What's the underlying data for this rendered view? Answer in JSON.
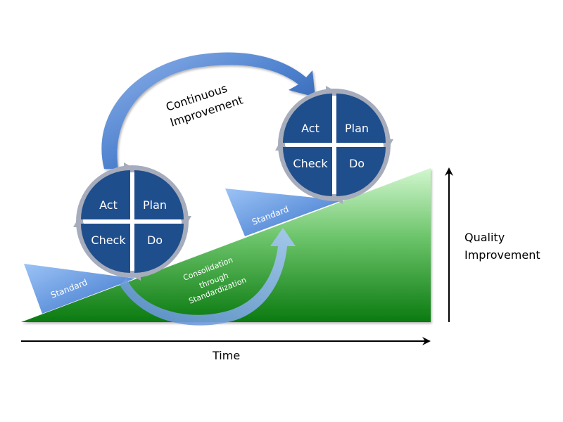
{
  "diagram": {
    "title": "PDCA Continuous Improvement with Standardization",
    "colors": {
      "quadrant": "#1f4e8c",
      "ring": "#a6acbb",
      "ramp_top": "#c9f5c6",
      "ramp_bottom": "#0e7f12",
      "standard_light": "#8fb8f0",
      "standard_dark": "#3f7ad0",
      "arrow_light": "#a8c6f4",
      "arrow_dark": "#2c5fae",
      "axis": "#000000"
    },
    "cycles": [
      {
        "name": "first-cycle",
        "quadrants": {
          "act": "Act",
          "plan": "Plan",
          "check": "Check",
          "do": "Do"
        }
      },
      {
        "name": "second-cycle",
        "quadrants": {
          "act": "Act",
          "plan": "Plan",
          "check": "Check",
          "do": "Do"
        }
      }
    ],
    "standards": [
      {
        "label": "Standard"
      },
      {
        "label": "Standard"
      }
    ],
    "continuous_improvement": {
      "line1": "Continuous",
      "line2": "Improvement"
    },
    "consolidation": {
      "line1": "Consolidation",
      "line2": "through",
      "line3": "Standardization"
    },
    "axes": {
      "x_label": "Time",
      "y_label_line1": "Quality",
      "y_label_line2": "Improvement"
    }
  }
}
